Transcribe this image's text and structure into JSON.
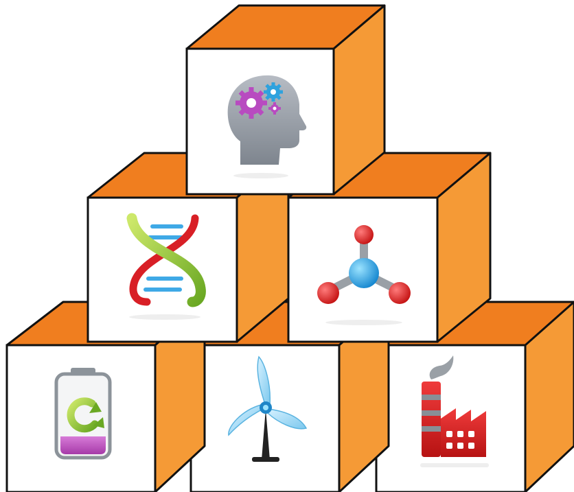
{
  "colors": {
    "background": "#ffffff",
    "block_top": "#f07e1f",
    "block_side": "#f59a36",
    "block_face": "#ffffff",
    "outline": "#111111"
  },
  "blocks": [
    {
      "id": "brain",
      "icon": "brain-gears-icon",
      "row": "top"
    },
    {
      "id": "dna",
      "icon": "dna-helix-icon",
      "row": "middle"
    },
    {
      "id": "molecule",
      "icon": "molecule-icon",
      "row": "middle"
    },
    {
      "id": "battery",
      "icon": "battery-recharge-icon",
      "row": "bottom"
    },
    {
      "id": "turbine",
      "icon": "wind-turbine-icon",
      "row": "bottom"
    },
    {
      "id": "factory",
      "icon": "factory-icon",
      "row": "bottom"
    }
  ]
}
